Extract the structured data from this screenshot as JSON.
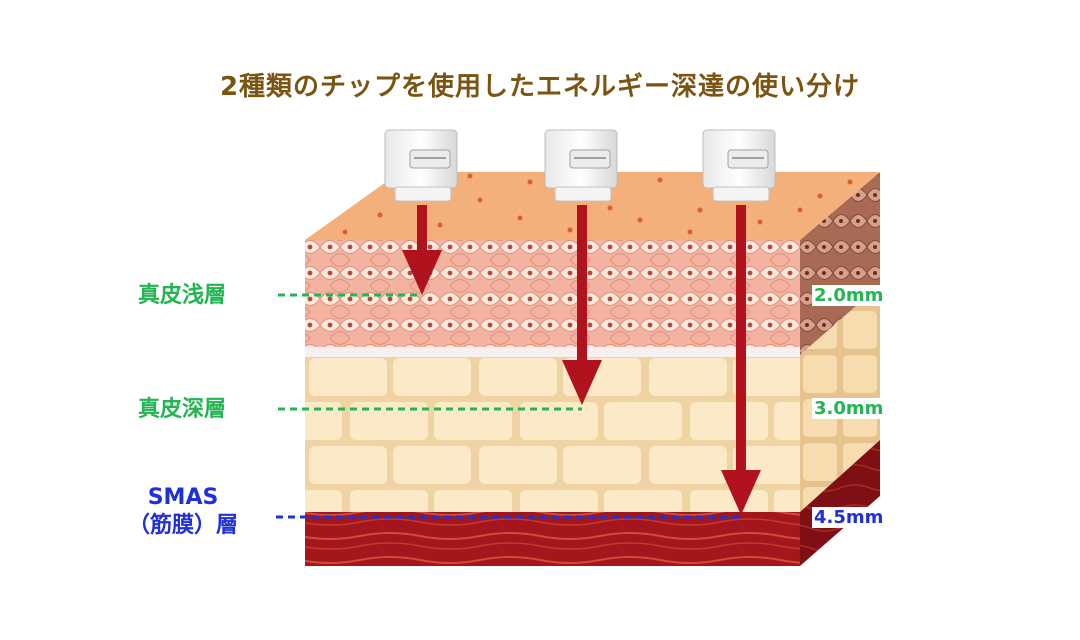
{
  "title": "2種類のチップを使用したエネルギー深達の使い分け",
  "layers": [
    {
      "label": "真皮浅層",
      "depth": "2.0mm",
      "color": "#22b552"
    },
    {
      "label": "真皮深層",
      "depth": "3.0mm",
      "color": "#22b552"
    },
    {
      "label_line1": "SMAS",
      "label_line2": "（筋膜）層",
      "depth": "4.5mm",
      "color": "#2030d8"
    }
  ],
  "colors": {
    "title": "#7a5410",
    "arrow": "#b0121e",
    "epidermis": "#f3b07a",
    "dermis_upper": "#f1b5a0",
    "dermis_deep": "#f9e4bf",
    "muscle": "#a3161c"
  }
}
